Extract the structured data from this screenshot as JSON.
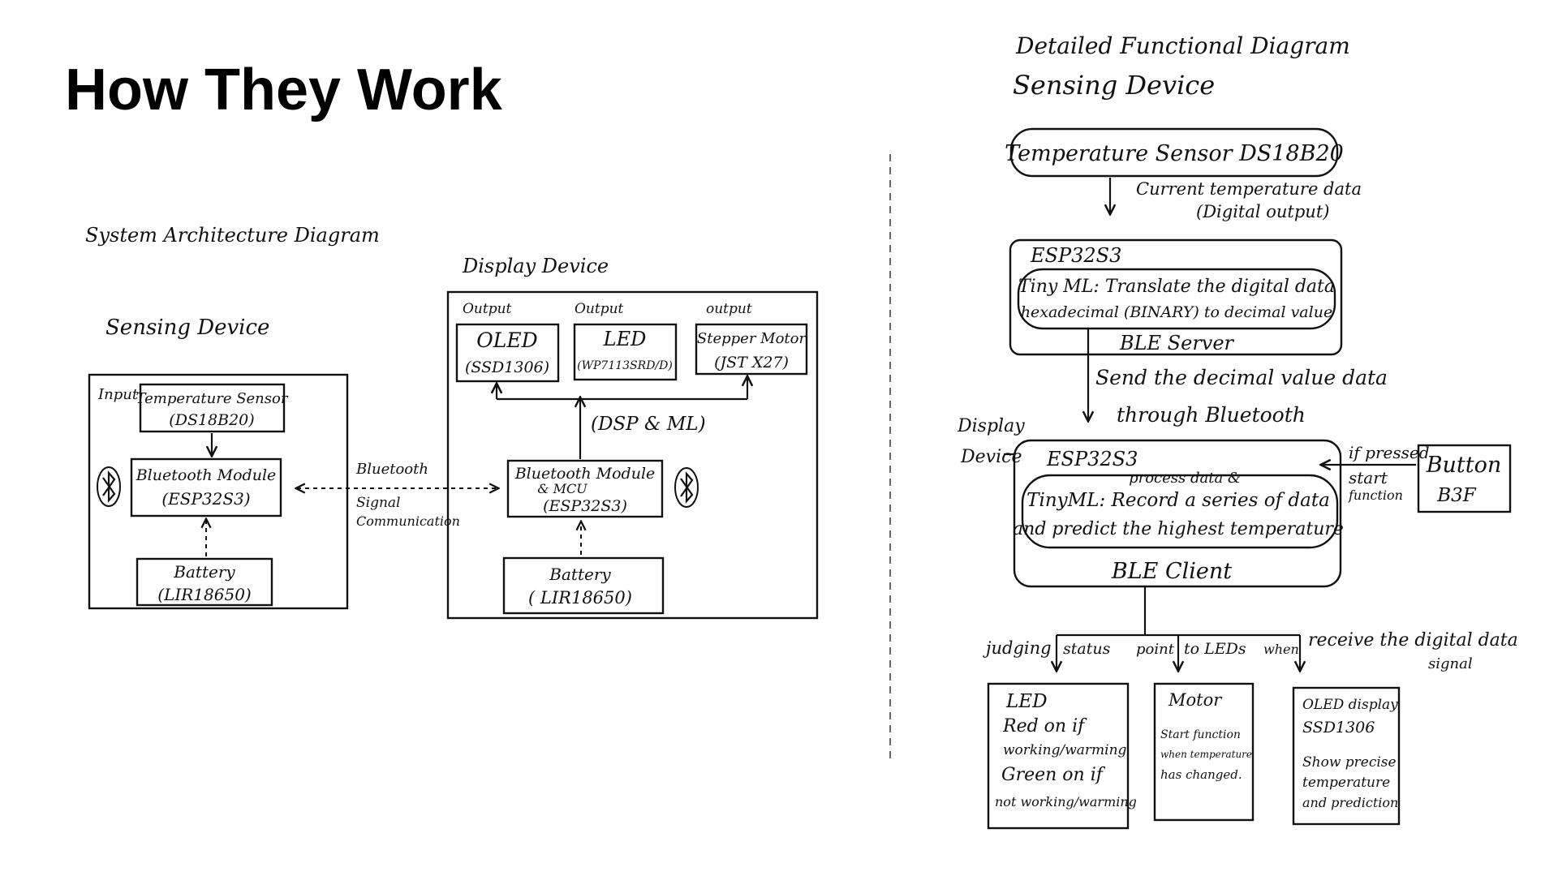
{
  "page": {
    "title": "How They Work"
  },
  "architecture": {
    "heading": "System Architecture Diagram",
    "sensing": {
      "label": "Sensing Device",
      "input_label": "Input",
      "sensor": [
        "Temperature Sensor",
        "(DS18B20)"
      ],
      "bluetooth": [
        "Bluetooth Module",
        "(ESP32S3)"
      ],
      "battery": [
        "Battery",
        "(LIR18650)"
      ]
    },
    "link": [
      "Bluetooth",
      "Signal",
      "Communication"
    ],
    "display": {
      "label": "Display Device",
      "outputs": [
        {
          "caption": "Output",
          "name": "OLED",
          "model": "(SSD1306)"
        },
        {
          "caption": "Output",
          "name": "LED",
          "model": "(WP7113SRD/D)"
        },
        {
          "caption": "output",
          "name": "Stepper Motor",
          "model": "(JST X27)"
        }
      ],
      "dsp_label": "(DSP & ML)",
      "mcu": [
        "Bluetooth Module",
        "& MCU",
        "(ESP32S3)"
      ],
      "battery": [
        "Battery",
        "( LIR18650)"
      ]
    }
  },
  "functional": {
    "heading": [
      "Detailed Functional Diagram",
      "Sensing Device"
    ],
    "sensor_box": "Temperature Sensor DS18B20",
    "sensor_note": [
      "Current temperature data",
      "(Digital output)"
    ],
    "esp_top": {
      "title": "ESP32S3",
      "inner": [
        "Tiny ML: Translate the digital data",
        "hexadecimal (BINARY) to decimal value"
      ],
      "footer": "BLE Server"
    },
    "send_note": [
      "Send the decimal value data",
      "through Bluetooth"
    ],
    "display_label": [
      "Display",
      "Device"
    ],
    "esp_bottom": {
      "title": "ESP32S3",
      "above_inner": "process data &",
      "inner": [
        "TinyML: Record a series of data",
        "and predict the highest temperature"
      ],
      "footer": "BLE Client"
    },
    "button_note": [
      "if pressed",
      "start",
      "function"
    ],
    "button": [
      "Button",
      "B3F"
    ],
    "branch_labels": [
      "judging",
      "status",
      "point",
      "to LEDs",
      "when",
      "receive the digital data",
      "signal"
    ],
    "outputs": [
      {
        "lines": [
          "LED",
          "Red on if",
          "working/warming",
          "Green on if",
          "not working/warming"
        ]
      },
      {
        "lines": [
          "Motor",
          "Start function",
          "when temperature",
          "has changed."
        ]
      },
      {
        "lines": [
          "OLED display",
          "SSD1306",
          "Show precise",
          "temperature",
          "and prediction"
        ]
      }
    ]
  }
}
